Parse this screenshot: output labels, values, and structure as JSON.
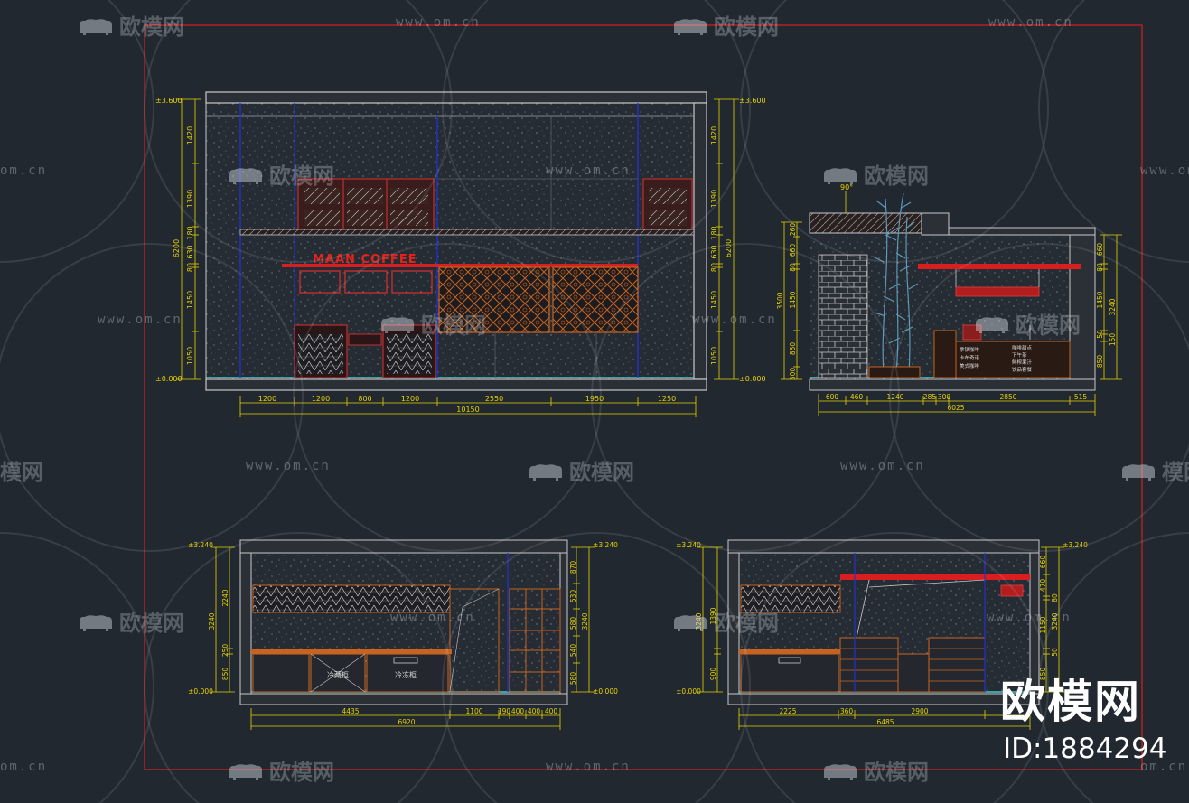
{
  "watermark": {
    "brand": "欧模网",
    "url": "www.om.cn",
    "url_short": "om.cn",
    "brand_short": "模网"
  },
  "id_badge": {
    "brand": "欧模网",
    "id": "ID:1884294"
  },
  "colors": {
    "background": "#212830",
    "frame": "#d81e1e",
    "dimension": "#e6d200",
    "wall": "#c8c8c8",
    "cabinet": "#c05a22",
    "column": "#2233cc",
    "floor": "#3fc9c9"
  },
  "elevation_a": {
    "logo": "MAAN COFFEE",
    "level_top": "±3.600",
    "level_floor": "±0.000",
    "left_dims": [
      "1420",
      "1390",
      "180",
      "630",
      "80",
      "1450",
      "1050"
    ],
    "total_height": "6200",
    "bottom_dims": [
      "1200",
      "1200",
      "800",
      "1200",
      "2550",
      "1950",
      "1250"
    ],
    "total_width": "10150"
  },
  "elevation_b": {
    "angle": "90°",
    "left_dims": [
      "260",
      "660",
      "80",
      "1450",
      "850",
      "300"
    ],
    "total_height": "3500",
    "right_dims": [
      "660",
      "80",
      "1450",
      "50",
      "150",
      "850"
    ],
    "right_total": "3240",
    "bottom_dims": [
      "600",
      "460",
      "1240",
      "285",
      "300",
      "2850",
      "515"
    ],
    "total_width": "6025",
    "menu_left": [
      "拿铁咖啡",
      "卡布奇诺",
      "美式咖啡"
    ],
    "menu_right": [
      "咖啡甜点",
      "下午茶",
      "鲜榨果汁",
      "饮品套餐"
    ]
  },
  "elevation_c": {
    "level_top": "±3.240",
    "level_floor": "±0.000",
    "left_dims": [
      "2240",
      "250",
      "850"
    ],
    "total_height": "3240",
    "right_dims": [
      "870",
      "530",
      "580",
      "540",
      "580"
    ],
    "right_total": "3240",
    "bottom_dims": [
      "4435",
      "1100",
      "190",
      "400",
      "400",
      "400"
    ],
    "total_width": "6920",
    "cabinet_label_1": "冷藏柜",
    "cabinet_label_2": "冷冻柜"
  },
  "elevation_d": {
    "level_top": "±3.240",
    "level_floor": "±0.000",
    "left_dims": [
      "3240",
      "1390",
      "900"
    ],
    "right_dims": [
      "660",
      "470",
      "80",
      "1150",
      "50",
      "850"
    ],
    "right_total": "3240",
    "bottom_dims": [
      "2225",
      "360",
      "2900"
    ],
    "total_width": "6485"
  }
}
